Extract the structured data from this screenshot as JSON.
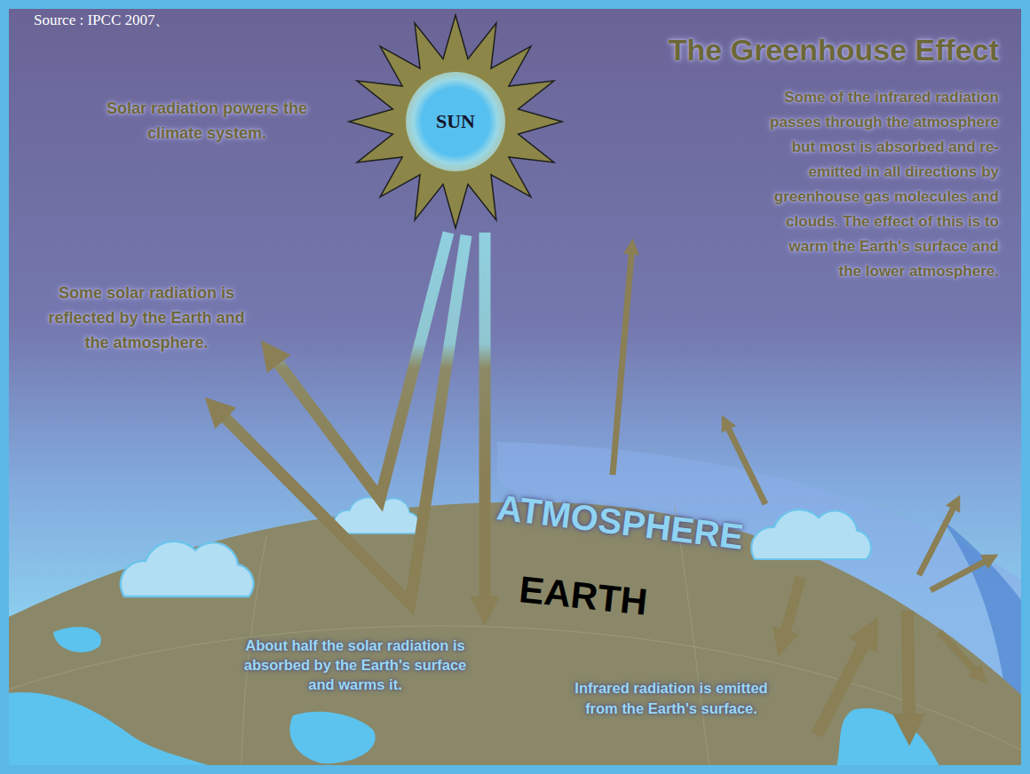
{
  "diagram": {
    "title": "The Greenhouse Effect",
    "nodes": [
      {
        "text": [
          "SUN"
        ]
      }
    ],
    "labels": [
      "Source : IPCC 2007、",
      "Solar radiation powers the climate system.",
      "Some of the infrared radiation passes through the atmosphere but most is absorbed and re-emitted in all directions by greenhouse gas molecules and clouds. The effect of this is to warm the Earth's surface and the lower atmosphere.",
      "Some solar radiation is reflected by the Earth and the atmosphere.",
      "ATMOSPHERE",
      "EARTH",
      "About half the solar radiation is absorbed by the Earth's surface and warms it.",
      "Infrared radiation is emitted from the Earth's surface."
    ]
  }
}
